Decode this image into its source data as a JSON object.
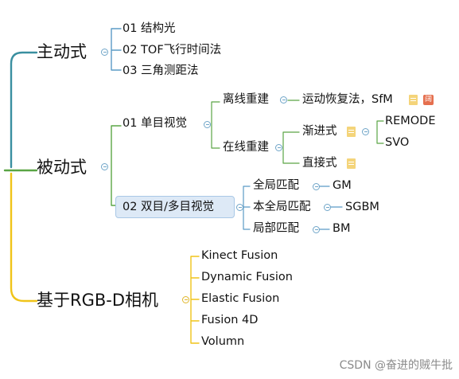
{
  "mindmap": {
    "active": {
      "label": "主动式",
      "items": [
        "01 结构光",
        "02 TOF飞行时间法",
        "03 三角测距法"
      ]
    },
    "passive": {
      "label": "被动式",
      "mono": {
        "label": "01 单目视觉",
        "offline": {
          "label": "离线重建",
          "child": "运动恢复法，SfM",
          "tag": "阔"
        },
        "online": {
          "label": "在线重建",
          "progressive": {
            "label": "渐进式",
            "children": [
              "REMODE",
              "SVO"
            ]
          },
          "direct": {
            "label": "直接式"
          }
        }
      },
      "stereo": {
        "label": "02 双目/多目视觉",
        "items": [
          {
            "label": "全局匹配",
            "child": "GM"
          },
          {
            "label": "本全局匹配",
            "child": "SGBM"
          },
          {
            "label": "局部匹配",
            "child": "BM"
          }
        ]
      }
    },
    "rgbd": {
      "label": "基于RGB-D相机",
      "items": [
        "Kinect Fusion",
        "Dynamic Fusion",
        "Elastic Fusion",
        "Fusion 4D",
        "Volumn"
      ]
    }
  },
  "watermark": "CSDN @奋进的贼牛批",
  "colors": {
    "blue_branch": "#5b9bc6",
    "teal_branch": "#3a8fa0",
    "yellow_branch": "#f0c419",
    "highlight": "#dde9f6"
  }
}
